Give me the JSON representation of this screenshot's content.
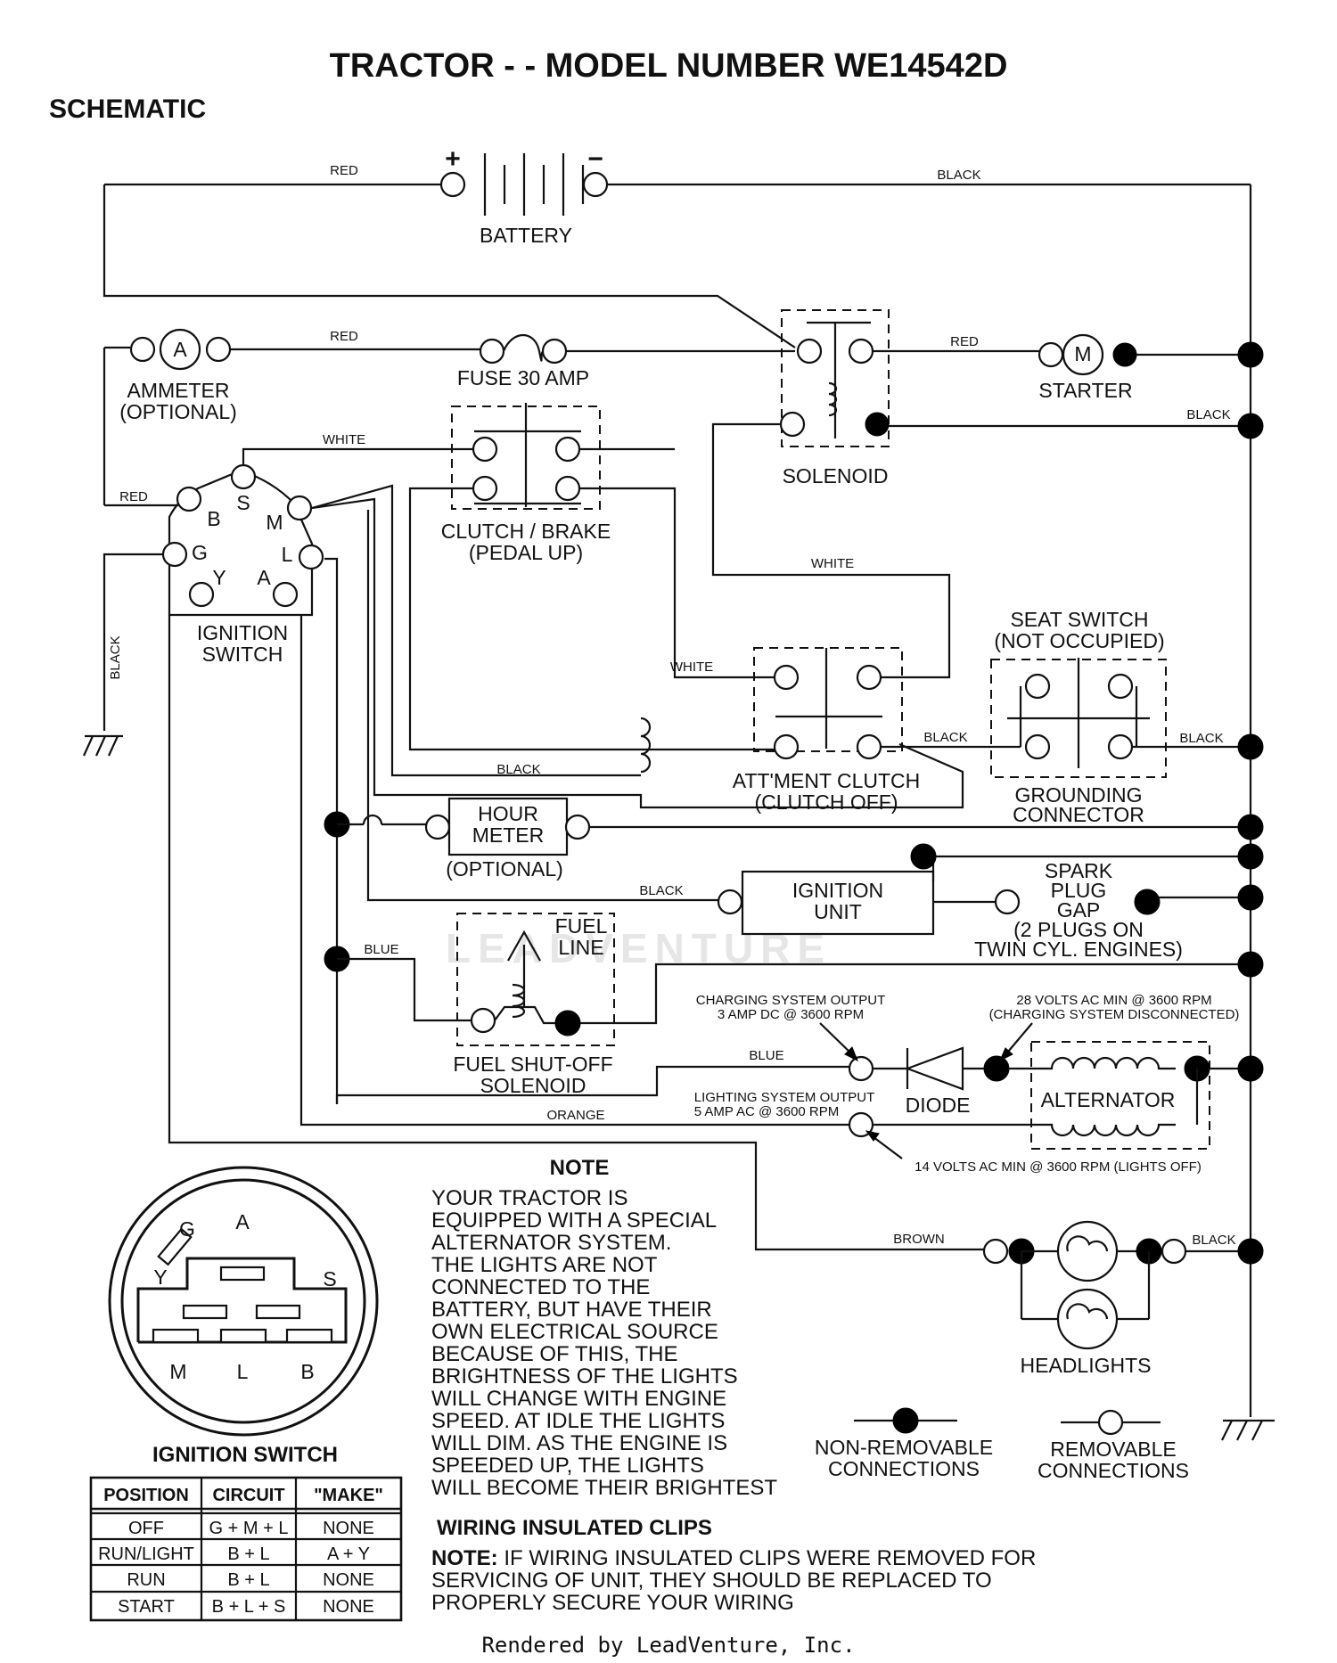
{
  "title": "TRACTOR - - MODEL NUMBER WE14542D",
  "subtitle": "SCHEMATIC",
  "components": {
    "battery": "BATTERY",
    "battery_plus": "+",
    "battery_minus": "−",
    "ammeter_letter": "A",
    "ammeter_1": "AMMETER",
    "ammeter_2": "(OPTIONAL)",
    "fuse": "FUSE 30 AMP",
    "starter_letter": "M",
    "starter": "STARTER",
    "solenoid": "SOLENOID",
    "clutch_brake_1": "CLUTCH / BRAKE",
    "clutch_brake_2": "(PEDAL UP)",
    "ignition_switch_1": "IGNITION",
    "ignition_switch_2": "SWITCH",
    "ign_terms": {
      "s": "S",
      "b": "B",
      "m": "M",
      "g": "G",
      "l": "L",
      "y": "Y",
      "a": "A"
    },
    "seat_switch_1": "SEAT SWITCH",
    "seat_switch_2": "(NOT OCCUPIED)",
    "attment_clutch_1": "ATT'MENT CLUTCH",
    "attment_clutch_2": "(CLUTCH OFF)",
    "grounding_1": "GROUNDING",
    "grounding_2": "CONNECTOR",
    "hour_meter_1": "HOUR",
    "hour_meter_2": "METER",
    "hour_meter_3": "(OPTIONAL)",
    "ignition_unit_1": "IGNITION",
    "ignition_unit_2": "UNIT",
    "spark_1": "SPARK",
    "spark_2": "PLUG",
    "spark_3": "GAP",
    "spark_4": "(2 PLUGS ON",
    "spark_5": "TWIN CYL. ENGINES)",
    "fuel_line_1": "FUEL",
    "fuel_line_2": "LINE",
    "fuel_sol_1": "FUEL SHUT-OFF",
    "fuel_sol_2": "SOLENOID",
    "diode": "DIODE",
    "alternator": "ALTERNATOR",
    "headlights": "HEADLIGHTS"
  },
  "wires": {
    "red_1": "RED",
    "black_1": "BLACK",
    "red_2": "RED",
    "red_3": "RED",
    "black_2": "BLACK",
    "white_1": "WHITE",
    "red_4": "RED",
    "white_2": "WHITE",
    "black_v": "BLACK",
    "white_3": "WHITE",
    "black_3": "BLACK",
    "black_4": "BLACK",
    "black_5": "BLACK",
    "black_6": "BLACK",
    "blue_1": "BLUE",
    "blue_2": "BLUE",
    "orange": "ORANGE",
    "brown": "BROWN",
    "black_7": "BLACK"
  },
  "annotations": {
    "charging_1": "CHARGING SYSTEM OUTPUT",
    "charging_2": "3 AMP DC @ 3600 RPM",
    "volts28_1": "28 VOLTS AC MIN  @ 3600 RPM",
    "volts28_2": "(CHARGING SYSTEM DISCONNECTED)",
    "lighting_1": "LIGHTING SYSTEM OUTPUT",
    "lighting_2": "5 AMP AC @ 3600 RPM",
    "volts14": "14 VOLTS AC MIN  @ 3600 RPM (LIGHTS OFF)"
  },
  "note": {
    "heading": "NOTE",
    "lines": [
      "YOUR TRACTOR IS",
      "EQUIPPED WITH A SPECIAL",
      "ALTERNATOR SYSTEM.",
      "THE LIGHTS ARE NOT",
      "CONNECTED TO THE",
      "BATTERY, BUT HAVE THEIR",
      "OWN ELECTRICAL SOURCE",
      "BECAUSE OF THIS, THE",
      "BRIGHTNESS OF THE LIGHTS",
      "WILL CHANGE WITH ENGINE",
      "SPEED.  AT IDLE THE LIGHTS",
      "WILL DIM.  AS THE ENGINE IS",
      "SPEEDED UP, THE LIGHTS",
      "WILL BECOME THEIR BRIGHTEST"
    ]
  },
  "legend": {
    "non_removable_1": "NON-REMOVABLE",
    "non_removable_2": "CONNECTIONS",
    "removable_1": "REMOVABLE",
    "removable_2": "CONNECTIONS"
  },
  "switch_face": {
    "g": "G",
    "a": "A",
    "y": "Y",
    "s": "S",
    "m": "M",
    "l": "L",
    "b": "B"
  },
  "ignition_table": {
    "title": "IGNITION SWITCH",
    "headers": [
      "POSITION",
      "CIRCUIT",
      "\"MAKE\""
    ],
    "rows": [
      [
        "OFF",
        "G + M + L",
        "NONE"
      ],
      [
        "RUN/LIGHT",
        "B + L",
        "A + Y"
      ],
      [
        "RUN",
        "B + L",
        "NONE"
      ],
      [
        "START",
        "B + L + S",
        "NONE"
      ]
    ]
  },
  "clips": {
    "heading": "WIRING INSULATED CLIPS",
    "note_bold": "NOTE:",
    "line1": " IF WIRING INSULATED CLIPS WERE REMOVED FOR",
    "line2": "SERVICING OF UNIT, THEY SHOULD BE REPLACED TO",
    "line3": "PROPERLY SECURE YOUR WIRING"
  },
  "watermark": "LEADVENTURE",
  "footer": "Rendered by LeadVenture, Inc."
}
